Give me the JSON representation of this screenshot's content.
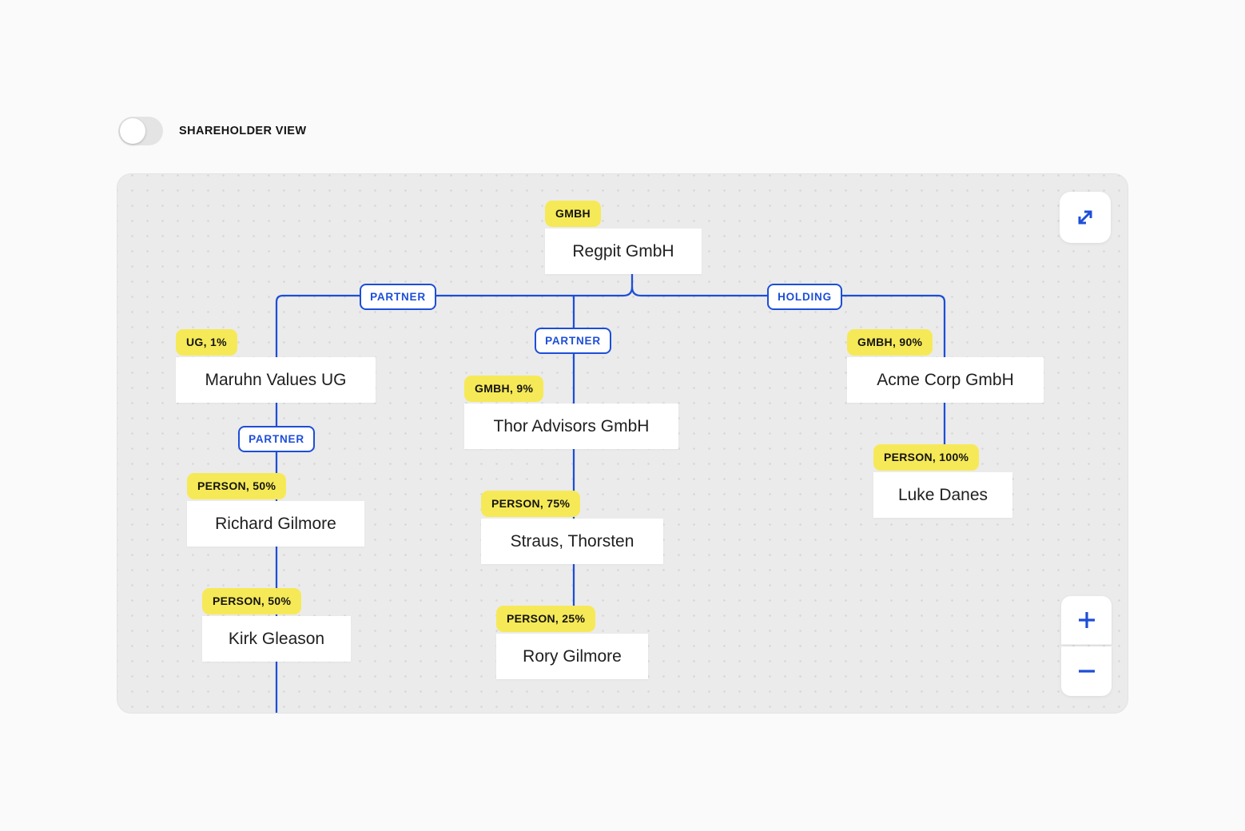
{
  "colors": {
    "accent_blue": "#1d4ed8",
    "badge_yellow": "#f6e957",
    "canvas_bg": "#ebebeb",
    "page_bg": "#fafafa",
    "node_text": "#202020"
  },
  "header": {
    "toggle_label": "SHAREHOLDER VIEW",
    "toggle_state": "off"
  },
  "canvas": {
    "nodes": [
      {
        "badge": "GMBH",
        "name": "Regpit GmbH"
      },
      {
        "badge": "UG, 1%",
        "name": "Maruhn Values UG"
      },
      {
        "badge": "GMBH, 9%",
        "name": "Thor Advisors GmbH"
      },
      {
        "badge": "GMBH, 90%",
        "name": "Acme Corp GmbH"
      },
      {
        "badge": "PERSON, 50%",
        "name": "Richard Gilmore"
      },
      {
        "badge": "PERSON, 75%",
        "name": "Straus, Thorsten"
      },
      {
        "badge": "PERSON, 100%",
        "name": "Luke Danes"
      },
      {
        "badge": "PERSON, 50%",
        "name": "Kirk Gleason"
      },
      {
        "badge": "PERSON, 25%",
        "name": "Rory Gilmore"
      }
    ],
    "edge_labels": [
      {
        "label": "PARTNER"
      },
      {
        "label": "HOLDING"
      },
      {
        "label": "PARTNER"
      },
      {
        "label": "PARTNER"
      }
    ],
    "relationships": [
      {
        "from": "Regpit GmbH",
        "to": "Maruhn Values UG",
        "type": "PARTNER",
        "share": "UG, 1%"
      },
      {
        "from": "Regpit GmbH",
        "to": "Thor Advisors GmbH",
        "type": "PARTNER",
        "share": "GMBH, 9%"
      },
      {
        "from": "Regpit GmbH",
        "to": "Acme Corp GmbH",
        "type": "HOLDING",
        "share": "GMBH, 90%"
      },
      {
        "from": "Maruhn Values UG",
        "to": "Richard Gilmore",
        "type": "PARTNER",
        "share": "PERSON, 50%"
      },
      {
        "from": "Maruhn Values UG",
        "to": "Kirk Gleason",
        "type": "PARTNER",
        "share": "PERSON, 50%"
      },
      {
        "from": "Thor Advisors GmbH",
        "to": "Straus, Thorsten",
        "type": "",
        "share": "PERSON, 75%"
      },
      {
        "from": "Thor Advisors GmbH",
        "to": "Rory Gilmore",
        "type": "",
        "share": "PERSON, 25%"
      },
      {
        "from": "Acme Corp GmbH",
        "to": "Luke Danes",
        "type": "",
        "share": "PERSON, 100%"
      }
    ]
  },
  "controls": {
    "expand_icon": "expand-diagonal-arrows",
    "zoom_in": "+",
    "zoom_out": "−"
  }
}
